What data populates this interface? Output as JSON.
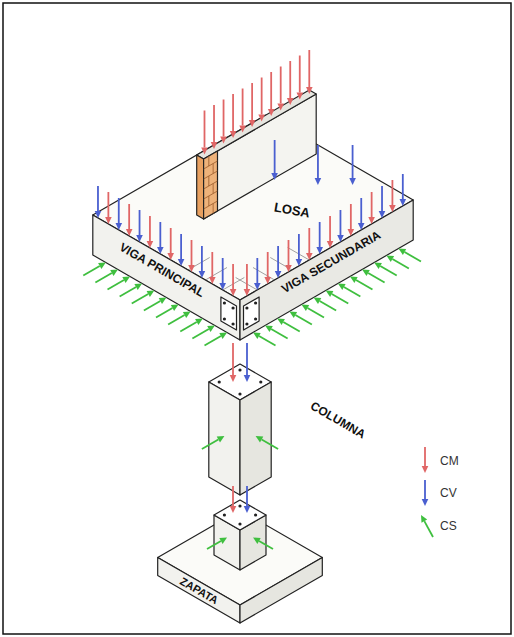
{
  "diagram": {
    "labels": [
      "LOSA",
      "VIGA PRINCIPAL",
      "VIGA SECUNDARIA",
      "COLUMNA",
      "ZAPATA"
    ],
    "legend": [
      {
        "text": "CM",
        "color": "#e06666"
      },
      {
        "text": "CV",
        "color": "#4a5fd0"
      },
      {
        "text": "CS",
        "color": "#3fbf3f"
      }
    ]
  }
}
